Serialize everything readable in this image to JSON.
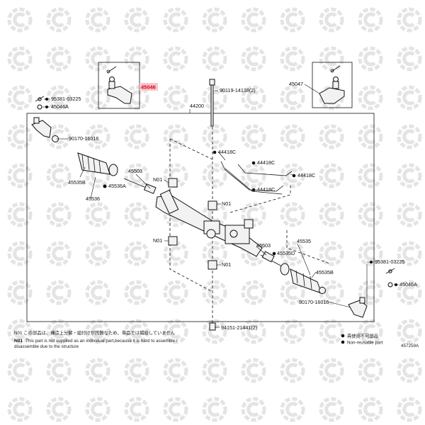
{
  "watermark": {
    "icon": "gear-wrench-logo",
    "color": "#e4e4e4"
  },
  "highlight": {
    "part": "45046",
    "color": "#e0001a"
  },
  "labels": {
    "p95381_left": "95381-03225",
    "p45046a_left": "45046A",
    "p45046_box": "45046",
    "p90119": "90119-14138(2)",
    "p44200": "44200",
    "p45047": "45047",
    "p90170_left": "90170-16016",
    "p44418c_1": "44418C",
    "p44418c_2": "44418C",
    "p44418c_3": "44418C",
    "p44418c_4": "44418C",
    "p45535b_left": "45535B",
    "p45503_left": "45503",
    "p45536a": "45536A",
    "p45536": "45536",
    "n01_a": "N01",
    "n01_b": "N01",
    "n01_c": "N01",
    "n01_d": "N01",
    "p45535": "45535",
    "p45503_right": "45503",
    "p45535d": "45535D",
    "p45535b_right": "45535B",
    "p95381_right": "95381-03225",
    "p45046a_right": "45046A",
    "p90170_right": "90170-16016",
    "p94151": "94151-21441(2)"
  },
  "notes": {
    "n01_jp": "N01 この部品は、構造上分解・組付けが困難なため、単品では補給していません",
    "n01_en_tag": "N01",
    "n01_en_line1": "This part is not supplied as an individual part,because it is hard to assemble /",
    "n01_en_line2": "disassemble due to the structure"
  },
  "legend": {
    "jp": "再使用不可部品",
    "en": "Non-reusable part"
  },
  "figure_code": "457259A"
}
